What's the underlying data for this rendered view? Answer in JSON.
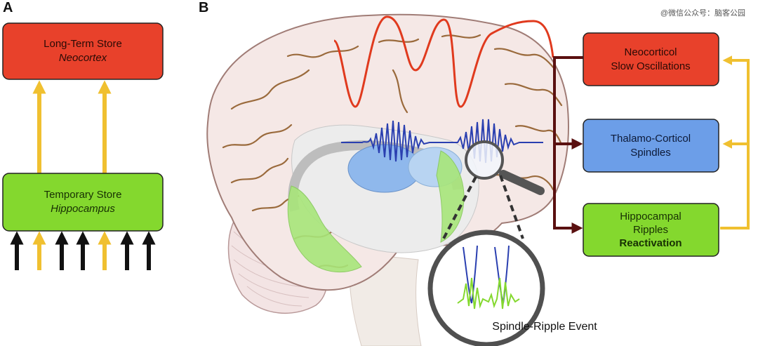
{
  "panels": {
    "a": {
      "letter": "A"
    },
    "b": {
      "letter": "B"
    }
  },
  "panel_a": {
    "long_term": {
      "line1": "Long-Term Store",
      "line2": "Neocortex",
      "fill": "#e8412b"
    },
    "temporary": {
      "line1": "Temporary Store",
      "line2": "Hippocampus",
      "fill": "#84d82e"
    },
    "arrow_colors": {
      "yellow": "#f0c030",
      "black": "#111111"
    }
  },
  "panel_b": {
    "neocortical": {
      "line1": "Neocorticol",
      "line2": "Slow Oscillations",
      "fill": "#e8412b"
    },
    "thalamo": {
      "line1": "Thalamo-Corticol",
      "line2": "Spindles",
      "fill": "#6c9ee8"
    },
    "hippocampal": {
      "line1": "Hippocampal",
      "line2": "Ripples",
      "line3": "Reactivation",
      "fill": "#84d82e"
    },
    "inset_caption": "Spindle-Ripple Event",
    "colors": {
      "slow_wave": "#e03a1e",
      "spindle": "#2a3fb0",
      "connector": "#5a1010",
      "feedback": "#f0c030"
    }
  },
  "watermark": "@微信公众号：脑客公园"
}
